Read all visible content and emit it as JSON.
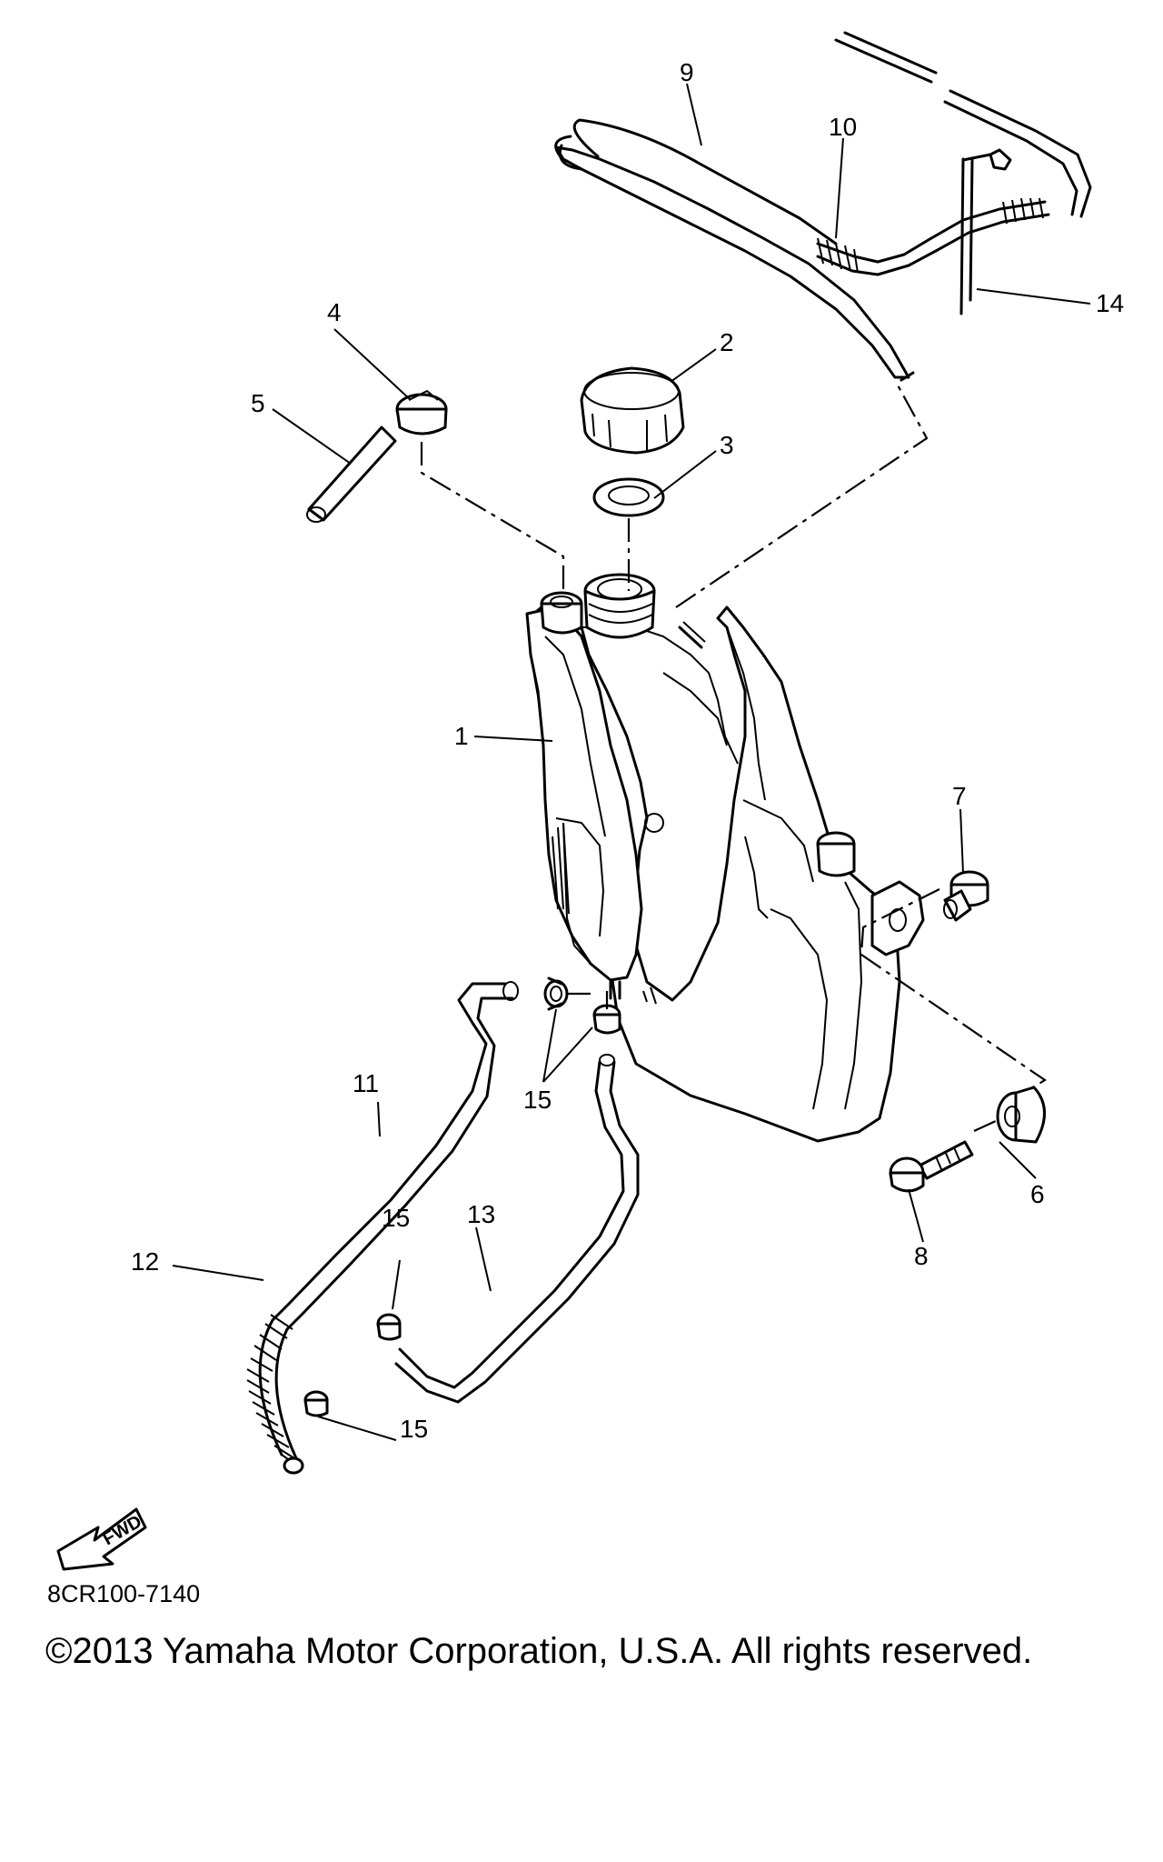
{
  "diagram": {
    "callouts": {
      "c1": "1",
      "c2": "2",
      "c3": "3",
      "c4": "4",
      "c5": "5",
      "c6": "6",
      "c7": "7",
      "c8": "8",
      "c9": "9",
      "c10": "10",
      "c11": "11",
      "c12": "12",
      "c13": "13",
      "c14": "14",
      "c15a": "15",
      "c15b": "15",
      "c15c": "15"
    },
    "fwd_label": "FWD",
    "part_code": "8CR100-7140"
  },
  "footer": {
    "copyright": "©2013 Yamaha Motor Corporation, U.S.A. All rights reserved."
  }
}
